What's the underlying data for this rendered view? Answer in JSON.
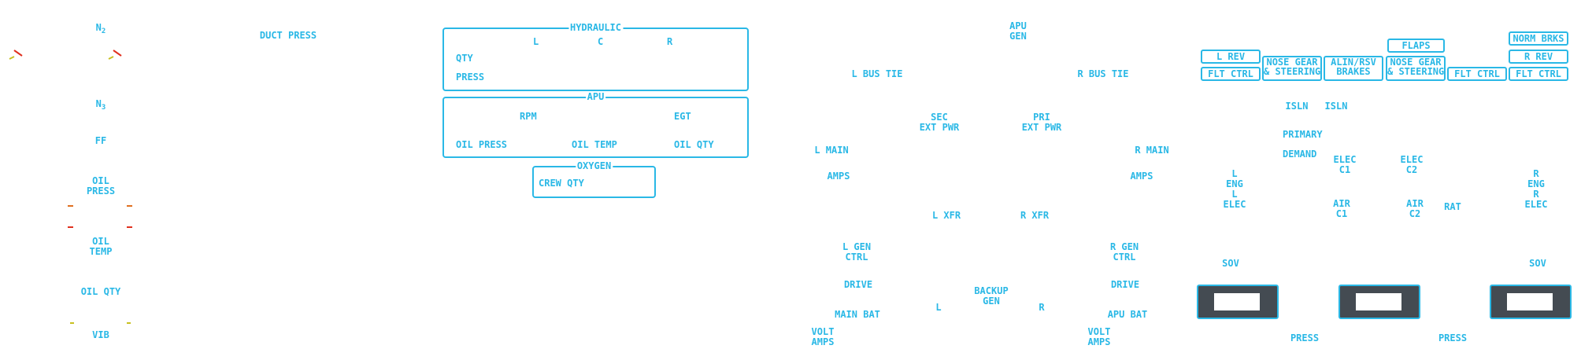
{
  "engine": {
    "n2_label": "N",
    "n2_sub": "2",
    "n3_label": "N",
    "n3_sub": "3",
    "ff": "FF",
    "oil_press": "OIL\nPRESS",
    "oil_temp": "OIL\nTEMP",
    "oil_qty": "OIL QTY",
    "vib": "VIB",
    "duct_press": "DUCT PRESS"
  },
  "hydraulic": {
    "title": "HYDRAULIC",
    "col_l": "L",
    "col_c": "C",
    "col_r": "R",
    "row_qty": "QTY",
    "row_press": "PRESS"
  },
  "apu": {
    "title": "APU",
    "rpm": "RPM",
    "egt": "EGT",
    "oil_press": "OIL PRESS",
    "oil_temp": "OIL TEMP",
    "oil_qty": "OIL QTY"
  },
  "oxygen": {
    "title": "OXYGEN",
    "crew_qty": "CREW QTY"
  },
  "electrical": {
    "apu_gen": "APU\nGEN",
    "l_bus_tie": "L BUS TIE",
    "r_bus_tie": "R BUS TIE",
    "sec_ext_pwr": "SEC\nEXT PWR",
    "pri_ext_pwr": "PRI\nEXT PWR",
    "l_main": "L MAIN",
    "r_main": "R MAIN",
    "l_amps": "AMPS",
    "r_amps": "AMPS",
    "l_xfr": "L XFR",
    "r_xfr": "R XFR",
    "l_gen_ctrl": "L GEN\nCTRL",
    "r_gen_ctrl": "R GEN\nCTRL",
    "l_drive": "DRIVE",
    "r_drive": "DRIVE",
    "backup_gen": "BACKUP\nGEN",
    "backup_l": "L",
    "backup_r": "R",
    "main_bat": "MAIN BAT",
    "apu_bat": "APU BAT",
    "l_volt_amps": "VOLT\nAMPS",
    "r_volt_amps": "VOLT\nAMPS"
  },
  "hyd_sys": {
    "buttons": {
      "l_rev": "L REV",
      "flt_ctrl_1": "FLT CTRL",
      "nose_gear_1": "NOSE GEAR\n& STEERING",
      "alin_rsv": "ALIN/RSV\nBRAKES",
      "flaps": "FLAPS",
      "nose_gear_2": "NOSE GEAR\n& STEERING",
      "flt_ctrl_2": "FLT CTRL",
      "norm_brks": "NORM BRKS",
      "r_rev": "R REV",
      "flt_ctrl_3": "FLT CTRL"
    },
    "isln_1": "ISLN",
    "isln_2": "ISLN",
    "primary_demand": "PRIMARY\n\nDEMAND",
    "l_eng_elec": "L\nENG\nL\nELEC",
    "r_eng_elec": "R\nENG\nR\nELEC",
    "elec_c1": "ELEC\nC1",
    "elec_c2": "ELEC\nC2",
    "air_c1": "AIR\nC1",
    "air_c2": "AIR\nC2",
    "rat": "RAT",
    "sov_l": "SOV",
    "sov_r": "SOV",
    "press_1": "PRESS",
    "press_2": "PRESS"
  },
  "colors": {
    "label": "#2ab8e6",
    "switch_body": "#444b52",
    "needle_red": "#e0301e",
    "needle_yellow": "#c8c020",
    "tick_orange": "#e07020"
  }
}
